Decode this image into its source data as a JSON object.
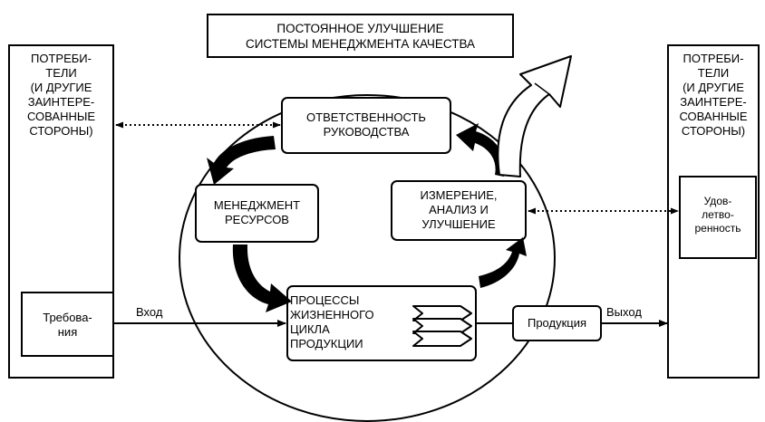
{
  "title": "ПОСТОЯННОЕ УЛУЧШЕНИЕ\nСИСТЕМЫ МЕНЕДЖМЕНТА КАЧЕСТВА",
  "customers_left": "ПОТРЕБИ-\nТЕЛИ\n(И ДРУГИЕ\nЗАИНТЕРЕ-\nСОВАННЫЕ\nСТОРОНЫ)",
  "customers_right": "ПОТРЕБИ-\nТЕЛИ\n(И ДРУГИЕ\nЗАИНТЕРЕ-\nСОВАННЫЕ\nСТОРОНЫ)",
  "requirements": "Требова-\nния",
  "satisfaction": "Удов-\nлетво-\nренность",
  "management_responsibility": "ОТВЕТСТВЕННОСТЬ\nРУКОВОДСТВА",
  "resource_management": "МЕНЕДЖМЕНТ\nРЕСУРСОВ",
  "measurement": "ИЗМЕРЕНИЕ,\nАНАЛИЗ И\nУЛУЧШЕНИЕ",
  "product_realization": "ПРОЦЕССЫ\nЖИЗНЕННОГО\nЦИКЛА\nПРОДУКЦИИ",
  "product": "Продукция",
  "input": "Вход",
  "output": "Выход"
}
